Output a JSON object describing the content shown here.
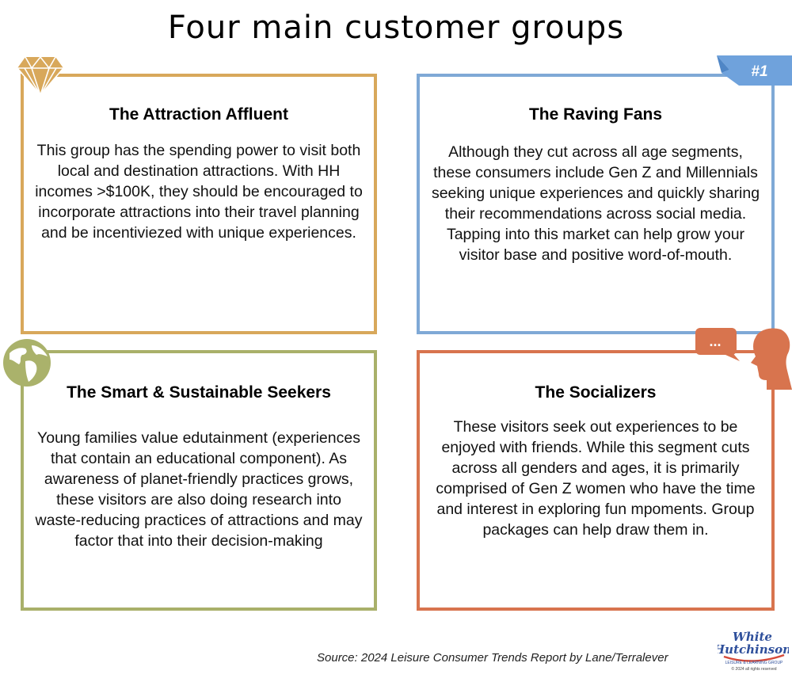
{
  "title": "Four main customer groups",
  "groups": [
    {
      "heading": "The Attraction Affluent",
      "body": "This group has the spending power to visit both local and destination attractions.  With HH incomes >$100K, they should be encouraged to incorporate attractions into their travel planning and be incentiviezed with unique experiences.",
      "color": "#d8a85b",
      "icon": "diamond-icon"
    },
    {
      "heading": "The Raving Fans",
      "body": "Although they cut across all age segments, these consumers include Gen Z and Millennials seeking unique experiences and quickly sharing their recommendations across social media. Tapping into this market can help grow your visitor base and positive word-of-mouth.",
      "color": "#7fa9d6",
      "icon": "pennant-icon",
      "badge": "#1"
    },
    {
      "heading": "The Smart & Sustainable Seekers",
      "body": "Young families value edutainment (experiences that contain an educational component).  As awareness of planet-friendly practices grows, these visitors are also doing research into waste-reducing practices of attractions and may factor that into their decision-making",
      "color": "#a9b06a",
      "icon": "globe-icon"
    },
    {
      "heading": "The Socializers",
      "body": "These visitors seek out experiences to be enjoyed with friends.  While this segment cuts across all genders and ages, it is primarily comprised of Gen Z women who have the time and interest in exploring fun mpoments.  Group packages can help draw them in.",
      "color": "#d8744e",
      "icon": "speech-bubble-head-icon",
      "bubble_text": "..."
    }
  ],
  "source": "Source: 2024 Leisure Consumer Trends Report by Lane/Terralever",
  "logo": {
    "line1": "White",
    "line2": "Hutchinson",
    "tagline": "LEISURE & LEARNING GROUP",
    "copyright": "© 2024 all rights reserved"
  }
}
